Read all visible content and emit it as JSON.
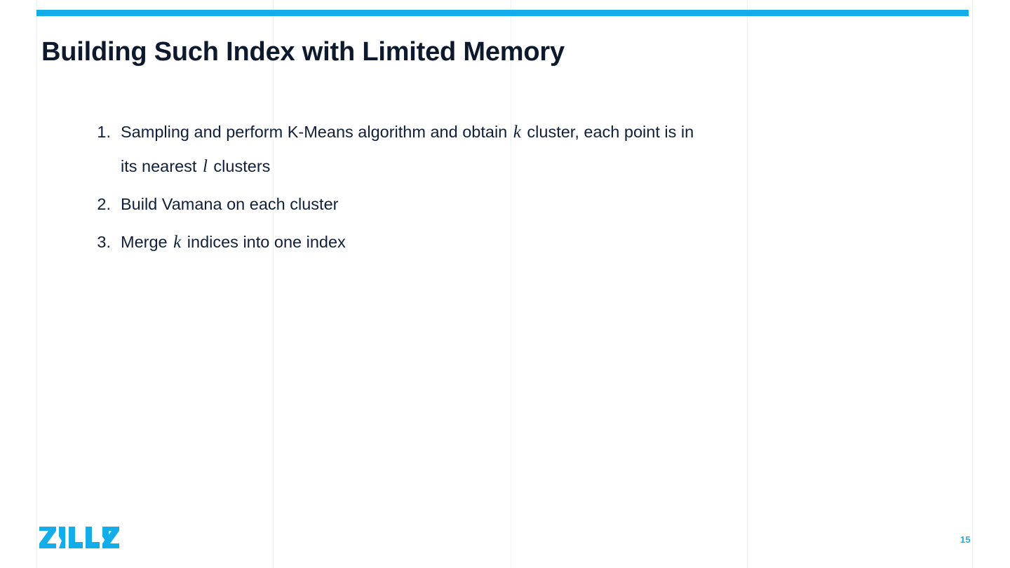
{
  "slide": {
    "title": "Building Such Index with Limited Memory",
    "accent_color": "#13ade9",
    "title_color": "#0d1a2d",
    "body_color": "#10203a",
    "background_color": "#ffffff",
    "guide_color": "#eef2f6"
  },
  "list": {
    "items": [
      {
        "marker": "1.",
        "segments": [
          {
            "type": "text",
            "value": "Sampling and perform K-Means algorithm and obtain "
          },
          {
            "type": "math",
            "value": "k"
          },
          {
            "type": "text",
            "value": " cluster, each point is in its nearest "
          },
          {
            "type": "math",
            "value": "l"
          },
          {
            "type": "text",
            "value": " clusters"
          }
        ],
        "plain": "Sampling and perform K-Means algorithm and obtain k cluster, each point is in its nearest l clusters"
      },
      {
        "marker": "2.",
        "segments": [
          {
            "type": "text",
            "value": "Build Vamana on each cluster"
          }
        ],
        "plain": "Build Vamana on each cluster"
      },
      {
        "marker": "3.",
        "segments": [
          {
            "type": "text",
            "value": "Merge "
          },
          {
            "type": "math",
            "value": "k"
          },
          {
            "type": "text",
            "value": " indices into one index"
          }
        ],
        "plain": "Merge k indices into one index"
      }
    ]
  },
  "footer": {
    "logo_text": "ZILLIZ",
    "logo_color": "#13ade9",
    "page_number": "15",
    "page_number_color": "#29abe2"
  },
  "guides": {
    "positions": [
      52,
      389,
      728,
      1065,
      1386
    ]
  }
}
